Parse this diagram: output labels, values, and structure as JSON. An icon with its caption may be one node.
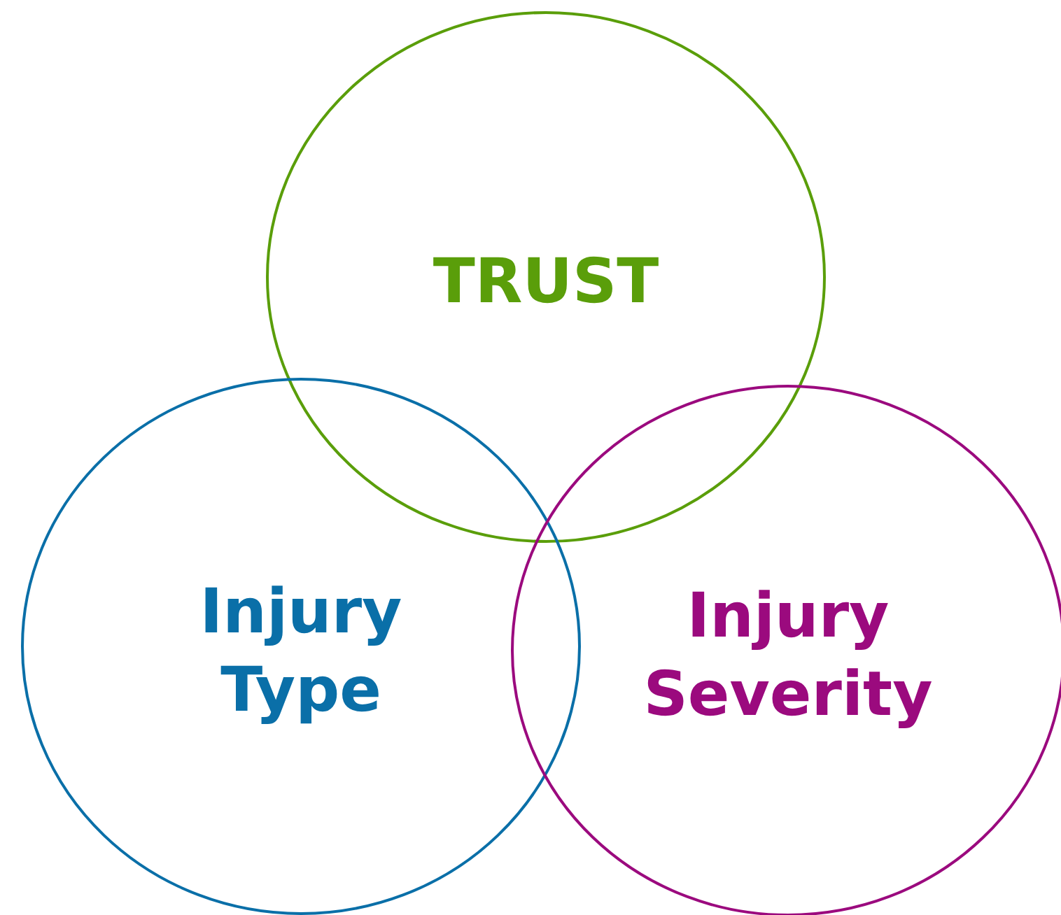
{
  "diagram": {
    "nodes": [
      {
        "text": [
          "TRUST"
        ]
      },
      {
        "text": [
          "Injury Type"
        ]
      },
      {
        "text": [
          "Injury Severity"
        ]
      }
    ]
  }
}
